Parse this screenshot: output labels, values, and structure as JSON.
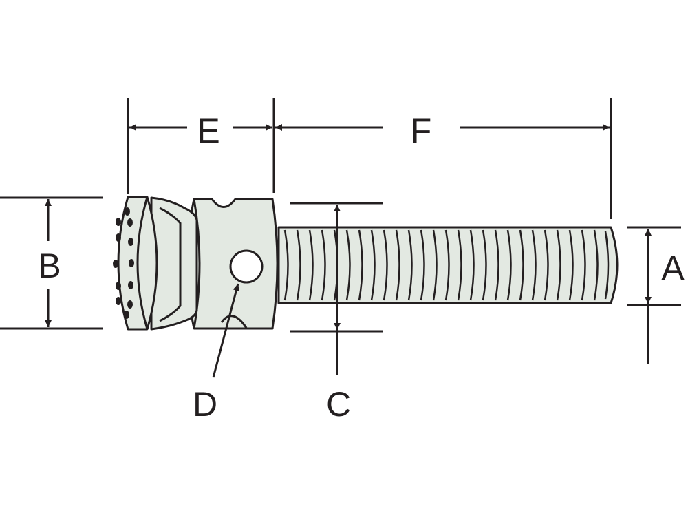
{
  "labels": {
    "a": "A",
    "b": "B",
    "c": "C",
    "d": "D",
    "e": "E",
    "f": "F"
  },
  "colors": {
    "fill": "#e3e9e2",
    "stroke": "#231f20",
    "background": "#ffffff"
  }
}
